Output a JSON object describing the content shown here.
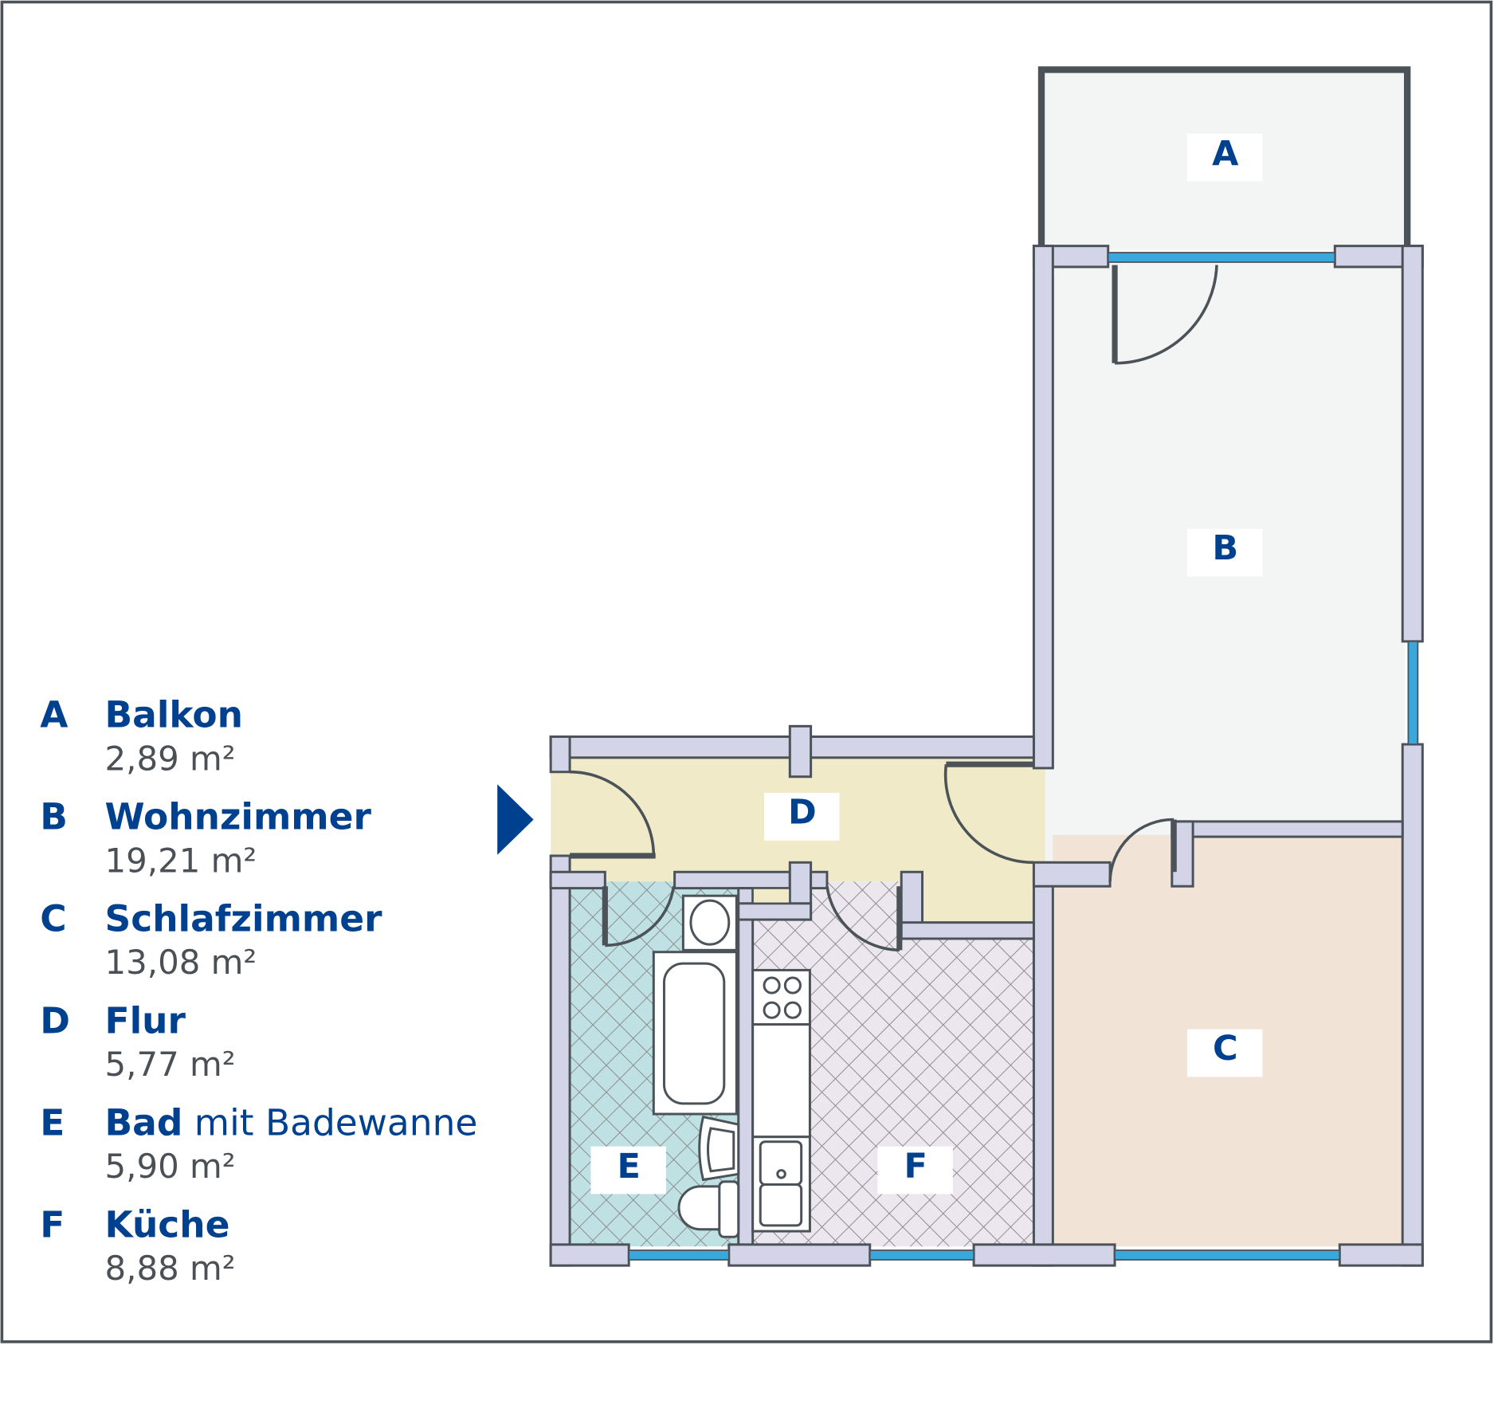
{
  "legend": [
    {
      "letter": "A",
      "name": "Balkon",
      "extra": "",
      "area": "2,89 m²"
    },
    {
      "letter": "B",
      "name": "Wohnzimmer",
      "extra": "",
      "area": "19,21 m²"
    },
    {
      "letter": "C",
      "name": "Schlafzimmer",
      "extra": "",
      "area": "13,08 m²"
    },
    {
      "letter": "D",
      "name": "Flur",
      "extra": "",
      "area": "5,77 m²"
    },
    {
      "letter": "E",
      "name": "Bad",
      "extra": " mit Badewanne",
      "area": "5,90 m²"
    },
    {
      "letter": "F",
      "name": "Küche",
      "extra": "",
      "area": "8,88 m²"
    }
  ],
  "rooms": {
    "a": "A",
    "b": "B",
    "c": "C",
    "d": "D",
    "e": "E",
    "f": "F"
  },
  "colors": {
    "brand": "#00418f",
    "wall": "#d4d4e8",
    "window": "#3aa8dc",
    "text": "#4a5055"
  }
}
